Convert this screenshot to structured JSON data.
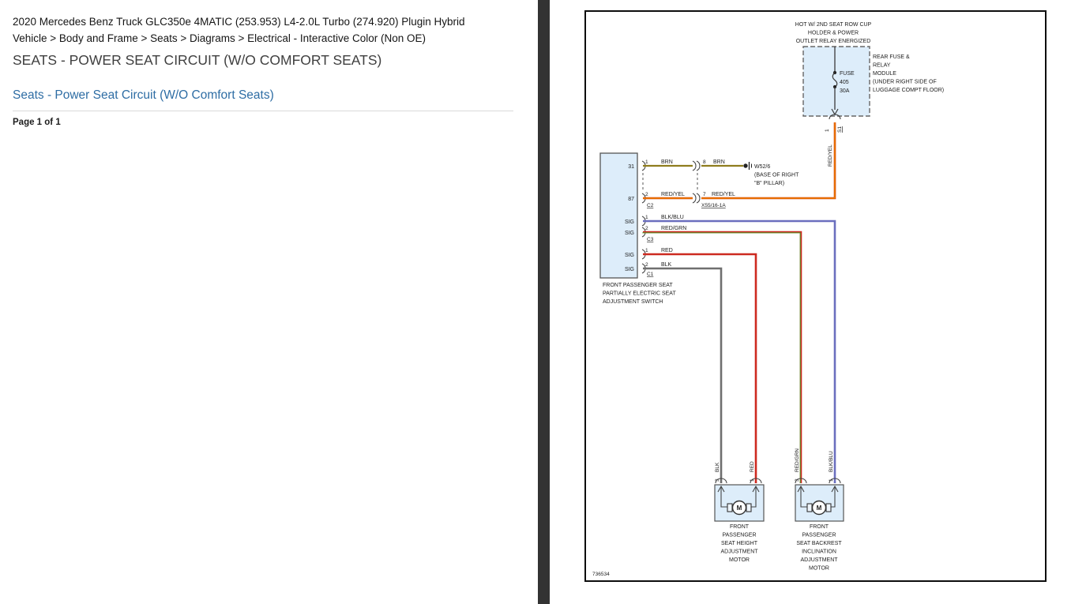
{
  "header": {
    "vehicle_line": "2020 Mercedes Benz Truck GLC350e 4MATIC (253.953) L4-2.0L Turbo (274.920) Plugin Hybrid",
    "breadcrumb": "Vehicle > Body and Frame > Seats > Diagrams > Electrical - Interactive Color (Non OE)",
    "section_title": "SEATS - POWER SEAT CIRCUIT (W/O COMFORT SEATS)",
    "doc_link": "Seats - Power Seat Circuit (W/O Comfort Seats)",
    "page_indicator": "Page 1 of 1"
  },
  "diagram": {
    "sheet_number": "736534",
    "power_note": [
      "HOT W/ 2ND SEAT ROW CUP",
      "HOLDER & POWER",
      "OUTLET RELAY ENERGIZED"
    ],
    "module_note": [
      "REAR FUSE &",
      "RELAY",
      "MODULE",
      "(UNDER RIGHT SIDE OF",
      "LUGGAGE COMPT FLOOR)"
    ],
    "fuse": {
      "label": "FUSE",
      "number": "405",
      "rating": "30A",
      "out_pin": "1",
      "splice": "S1",
      "out_wire": "RED/YEL"
    },
    "ground": {
      "id": "W52/6",
      "loc1": "(BASE OF RIGHT",
      "loc2": "\"B\" PILLAR)"
    },
    "inline_connector": {
      "id": "X55/16-1A",
      "pin_top": "8",
      "pin_bottom": "7",
      "wire_top": "BRN",
      "wire_bottom": "RED/YEL"
    },
    "switch": {
      "pins": [
        "31",
        "87",
        "SIG",
        "SIG",
        "SIG",
        "SIG"
      ],
      "connector_c2": "C2",
      "connector_c3": "C3",
      "connector_c1": "C1",
      "label": [
        "FRONT PASSENGER SEAT",
        "PARTIALLY ELECTRIC SEAT",
        "ADJUSTMENT SWITCH"
      ],
      "rows": [
        {
          "pin": "1",
          "wire": "BRN"
        },
        {
          "pin": "2",
          "wire": "RED/YEL"
        },
        {
          "pin": "1",
          "wire": "BLK/BLU"
        },
        {
          "pin": "2",
          "wire": "RED/GRN"
        },
        {
          "pin": "1",
          "wire": "RED"
        },
        {
          "pin": "2",
          "wire": "BLK"
        }
      ]
    },
    "motor_left": {
      "pin3": "3",
      "pin1": "1",
      "wire3": "BLK",
      "wire1": "RED",
      "symbol": "M",
      "label": [
        "FRONT",
        "PASSENGER",
        "SEAT HEIGHT",
        "ADJUSTMENT",
        "MOTOR"
      ]
    },
    "motor_right": {
      "pin3": "3",
      "pin1": "1",
      "wire3": "RED/GRN",
      "wire1": "BLK/BLU",
      "symbol": "M",
      "label": [
        "FRONT",
        "PASSENGER",
        "SEAT BACKREST",
        "INCLINATION",
        "ADJUSTMENT",
        "MOTOR"
      ]
    },
    "colors": {
      "link_blue": "#2e6da4",
      "box_fill": "#ddedfa",
      "wire_brn": "#8f7d1e",
      "wire_red_yel": "#d63d04",
      "wire_red_yel_stripe": "#f59b00",
      "wire_blk_blu": "#6b6fbe",
      "wire_red_grn": "#cd2a20",
      "wire_red_grn_stripe": "#4ba02f",
      "wire_red": "#cd2a20",
      "wire_blk": "#6f6f6f",
      "splitter": "#333333"
    }
  }
}
